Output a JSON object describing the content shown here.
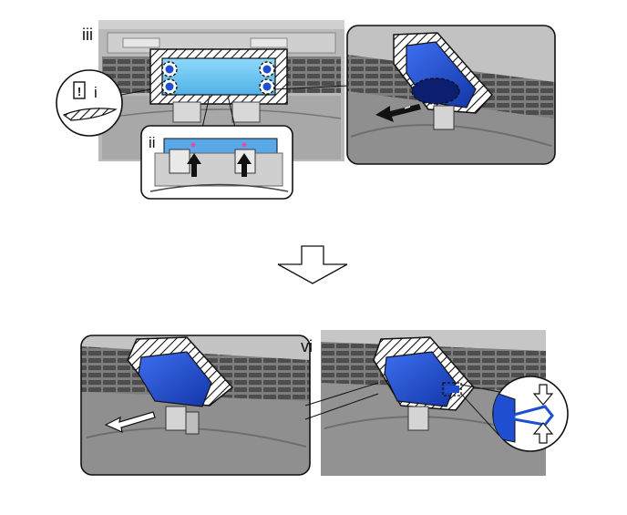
{
  "labels": {
    "step_iii": "iii",
    "step_i": "i",
    "step_ii": "ii",
    "step_vi": "vi"
  },
  "icons": {
    "caution": "caution-icon",
    "removal_arrow": "removal-direction-arrow-icon",
    "transition_arrow": "next-step-arrow-icon",
    "push_arrow": "push-up-arrow-icon",
    "clip_arrows": "clip-squeeze-arrows-icon"
  },
  "colors": {
    "part_blue": "#1f4fd0",
    "part_light_blue": "#6fc8f2",
    "bumper_gray": "#9a9a9a",
    "grille_dark": "#5c5c5c",
    "outline": "#111111",
    "background": "#ffffff"
  }
}
